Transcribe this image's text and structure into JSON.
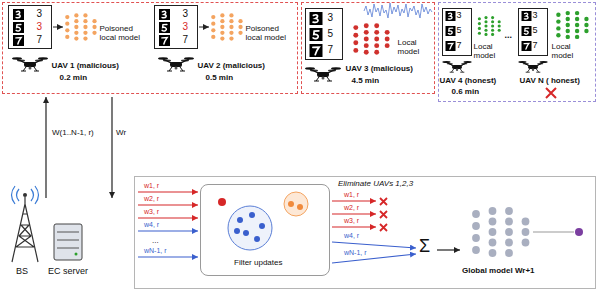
{
  "diagram": {
    "nodes": [
      {
        "text": [
          "Poisoned local model",
          "UAV 1 (malicious)",
          "0.2 min",
          "Poisoned local model",
          "UAV 2 (malicious)",
          "0.5 min"
        ]
      },
      {
        "text": [
          "3",
          "3",
          "7"
        ],
        "in": 0
      },
      {
        "text": [
          "3",
          "3",
          "7"
        ],
        "in": 0
      },
      {
        "text": [
          "Local model",
          "UAV 3 (malicious)",
          "4.5 min"
        ]
      },
      {
        "text": [
          "3",
          "5",
          "7"
        ],
        "in": 3
      },
      {
        "text": [
          "Local model",
          "UAV 4 (honest)",
          "0.6 min",
          "...",
          "Local model",
          "UAV N ( honest)"
        ]
      },
      {
        "text": [
          "3",
          "5",
          "7"
        ],
        "in": 5
      },
      {
        "text": [
          "3",
          "5",
          "7"
        ],
        "in": 5
      },
      {
        "text": [
          "Eliminate UAVs 1,2,3",
          "Global model Wr+1"
        ]
      },
      {
        "text": [
          "Filter updates"
        ],
        "in": 8
      }
    ],
    "labels": [
      "BS",
      "EC server",
      "W(1..N-1, r)",
      "Wr",
      "w1, r",
      "w2, r",
      "w3, r",
      "w4, r",
      "...",
      "wN-1, r",
      "w1, r",
      "w2, r",
      "w3, r",
      "w4, r",
      "wN-1, r",
      "Σ"
    ]
  }
}
